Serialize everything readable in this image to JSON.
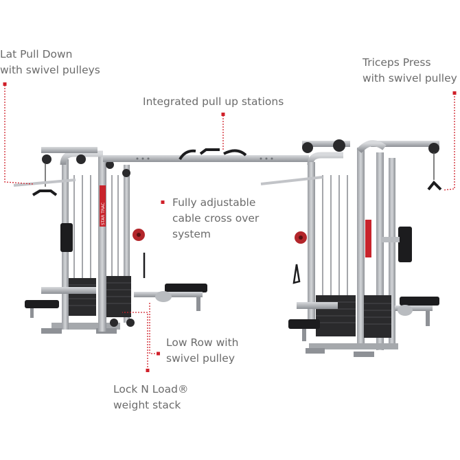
{
  "callouts": {
    "lat_pull_down": "Lat Pull Down\nwith swivel pulleys",
    "triceps_press": "Triceps Press\nwith swivel pulley",
    "pull_up_stations": "Integrated pull up stations",
    "cable_cross": "Fully adjustable\ncable cross over\nsystem",
    "low_row": "Low Row with\nswivel pulley",
    "weight_stack": "Lock N Load®\nweight stack"
  },
  "brand_plate": "STAR TRAC",
  "colors": {
    "callout_red": "#d0202a",
    "text_gray": "#6b6b6b",
    "frame_silver": "#b9bcc0",
    "frame_shadow": "#8e9196",
    "pad_black": "#1c1c1e",
    "weight_dark": "#2a2a2c"
  }
}
